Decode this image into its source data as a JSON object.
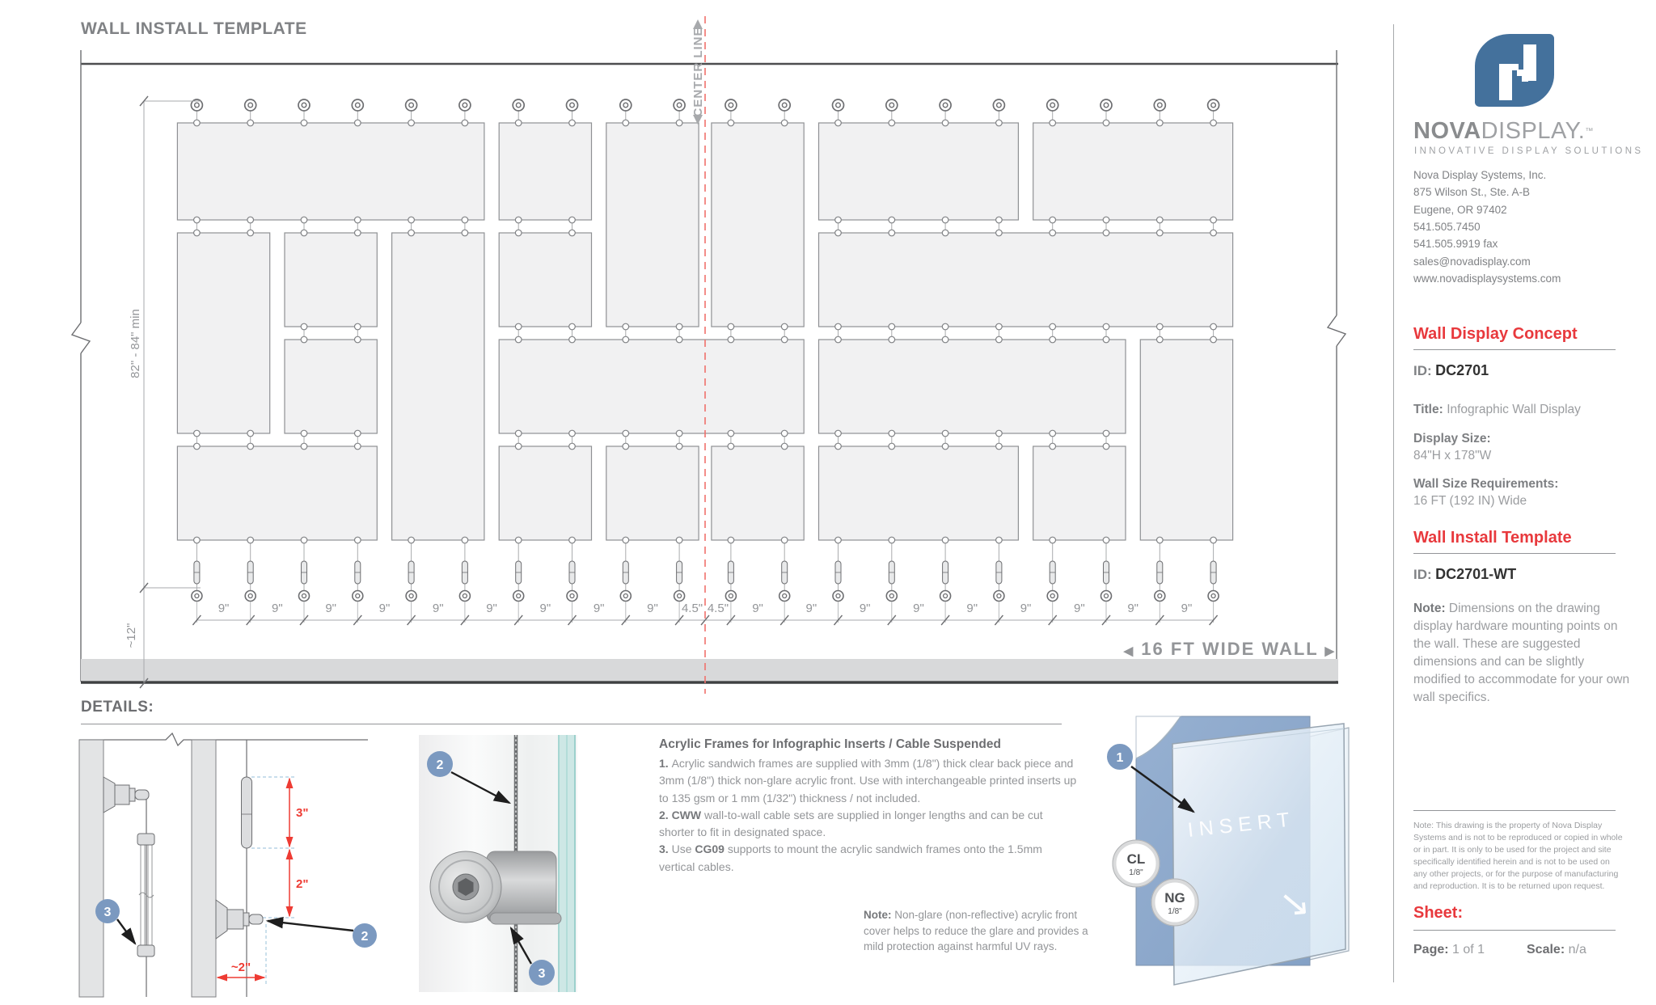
{
  "colors": {
    "accent_red": "#e8393d",
    "dim_red": "#ee3b33",
    "callout_blue": "#7b99c0",
    "logo_blue": "#44719c",
    "insert_panel_blue": "#8ba7cb",
    "centerline_red": "#f0716c",
    "drawing_gray": "#808285"
  },
  "page": {
    "title": "WALL INSTALL TEMPLATE",
    "details_heading": "DETAILS:"
  },
  "wall": {
    "center_line_label": "CENTER LINE",
    "height_dim": "82\" - 84\" min",
    "bottom_offset_dim": "~12\"",
    "width_label": "16 FT WIDE WALL",
    "width_arrow_left": "◀",
    "width_arrow_right": "▶",
    "cables": 20,
    "bottom_dims": [
      "9\"",
      "9\"",
      "9\"",
      "9\"",
      "9\"",
      "9\"",
      "9\"",
      "9\"",
      "9\"",
      "4.5\"",
      "4.5\"",
      "9\"",
      "9\"",
      "9\"",
      "9\"",
      "9\"",
      "9\"",
      "9\"",
      "9\"",
      "9\""
    ],
    "frames": [
      {
        "c1": 1,
        "c2": 6,
        "r1": 1,
        "r2": 1
      },
      {
        "c1": 7,
        "c2": 8,
        "r1": 1,
        "r2": 1
      },
      {
        "c1": 9,
        "c2": 10,
        "r1": 1,
        "r2": 2
      },
      {
        "c1": 11,
        "c2": 12,
        "r1": 1,
        "r2": 2
      },
      {
        "c1": 13,
        "c2": 16,
        "r1": 1,
        "r2": 1
      },
      {
        "c1": 17,
        "c2": 20,
        "r1": 1,
        "r2": 1
      },
      {
        "c1": 1,
        "c2": 2,
        "r1": 2,
        "r2": 3
      },
      {
        "c1": 3,
        "c2": 4,
        "r1": 2,
        "r2": 2
      },
      {
        "c1": 5,
        "c2": 6,
        "r1": 2,
        "r2": 4
      },
      {
        "c1": 7,
        "c2": 8,
        "r1": 2,
        "r2": 2
      },
      {
        "c1": 13,
        "c2": 20,
        "r1": 2,
        "r2": 2
      },
      {
        "c1": 3,
        "c2": 4,
        "r1": 3,
        "r2": 3
      },
      {
        "c1": 7,
        "c2": 12,
        "r1": 3,
        "r2": 3
      },
      {
        "c1": 13,
        "c2": 18,
        "r1": 3,
        "r2": 3
      },
      {
        "c1": 19,
        "c2": 20,
        "r1": 3,
        "r2": 4
      },
      {
        "c1": 1,
        "c2": 4,
        "r1": 4,
        "r2": 4
      },
      {
        "c1": 7,
        "c2": 8,
        "r1": 4,
        "r2": 4
      },
      {
        "c1": 9,
        "c2": 10,
        "r1": 4,
        "r2": 4
      },
      {
        "c1": 11,
        "c2": 12,
        "r1": 4,
        "r2": 4
      },
      {
        "c1": 13,
        "c2": 16,
        "r1": 4,
        "r2": 4
      },
      {
        "c1": 17,
        "c2": 18,
        "r1": 4,
        "r2": 4
      }
    ]
  },
  "details": {
    "heading": "Acrylic Frames for Infographic Inserts / Cable Suspended",
    "items": [
      [
        {
          "b": true,
          "t": "1. "
        },
        {
          "t": "Acrylic sandwich frames are supplied with 3mm (1/8\") thick clear back piece and 3mm (1/8\") thick non-glare acrylic front. Use with interchangeable printed inserts up to 135 gsm or 1 mm (1/32\") thickness / not included."
        }
      ],
      [
        {
          "b": true,
          "t": "2. CWW "
        },
        {
          "t": "wall-to-wall cable sets are supplied in longer lengths and can be cut shorter to fit in designated space."
        }
      ],
      [
        {
          "b": true,
          "t": "3. "
        },
        {
          "t": "Use "
        },
        {
          "b": true,
          "t": "CG09"
        },
        {
          "t": " supports to mount the acrylic sandwich frames onto the 1.5mm vertical cables."
        }
      ]
    ],
    "note": [
      {
        "b": true,
        "t": "Note: "
      },
      {
        "t": "Non-glare (non-reflective) acrylic front cover helps to reduce the glare and provides a mild protection against harmful UV rays."
      }
    ],
    "callouts": [
      "1",
      "2",
      "3"
    ],
    "dims": {
      "d3": "3\"",
      "d2": "2\"",
      "d2b": "~2\""
    },
    "insert_label": "INSERT",
    "arrow_glyph": "↘",
    "badges": [
      {
        "code": "CL",
        "size": "1/8\""
      },
      {
        "code": "NG",
        "size": "1/8\""
      }
    ]
  },
  "sidebar": {
    "brand_bold": "NOVA",
    "brand_light": "DISPLAY.",
    "brand_tm": "™",
    "tagline": "INNOVATIVE DISPLAY SOLUTIONS",
    "address_lines": [
      "Nova Display Systems, Inc.",
      "875 Wilson St., Ste. A-B",
      "Eugene, OR 97402",
      "541.505.7450",
      "541.505.9919 fax",
      "sales@novadisplay.com",
      "www.novadisplaysystems.com"
    ],
    "concept": {
      "heading": "Wall Display Concept",
      "id_label": "ID:",
      "id": "DC2701",
      "title_label": "Title:",
      "title": "Infographic Wall Display",
      "display_size_label": "Display Size:",
      "display_size": "84\"H x 178\"W",
      "wall_size_label": "Wall Size Requirements:",
      "wall_size": "16 FT (192 IN) Wide"
    },
    "template": {
      "heading": "Wall Install Template",
      "id_label": "ID:",
      "id": "DC2701-WT",
      "note": [
        {
          "b": true,
          "t": "Note: "
        },
        {
          "t": "Dimensions on the drawing display hardware mounting points on the wall. These are suggested dimensions and can be slightly modified to accommodate for your own wall specifics."
        }
      ]
    },
    "legal": "Note: This drawing is the property of Nova Display Systems and is not to be reproduced or copied in whole or in part. It is only to be used for the project and site specifically identified herein and is not to be used on any other projects, or for the purpose of manufacturing and reproduction. It is to be returned upon request.",
    "sheet": {
      "heading": "Sheet:",
      "page_label": "Page:",
      "page": "1 of 1",
      "scale_label": "Scale:",
      "scale": "n/a"
    }
  }
}
